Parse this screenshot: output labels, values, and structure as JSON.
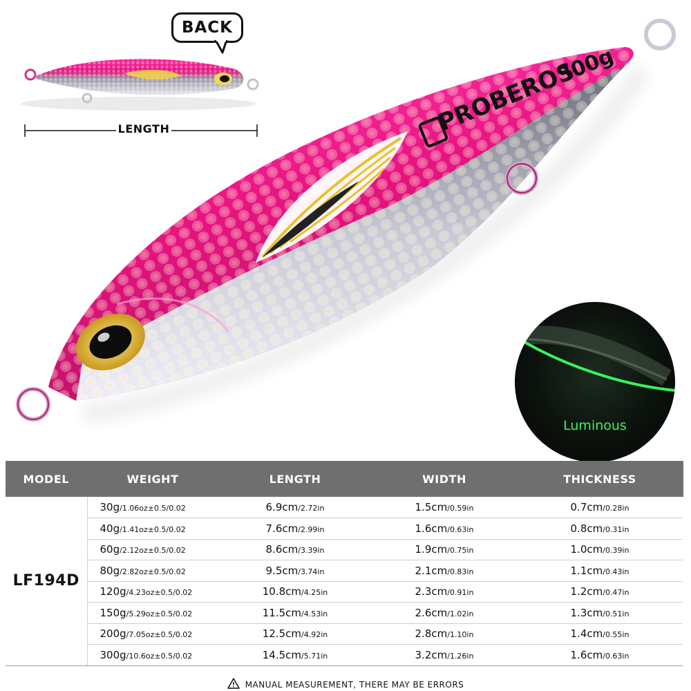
{
  "image": {
    "back_label": "BACK",
    "length_label": "LENGTH",
    "brand_text": "PROBEROS",
    "weight_mark": "300g",
    "luminous_label": "Luminous"
  },
  "table": {
    "headers": [
      "MODEL",
      "WEIGHT",
      "LENGTH",
      "WIDTH",
      "THICKNESS"
    ],
    "model": "LF194D",
    "rows": [
      {
        "weight": "30g",
        "weight_sub": "/1.06oz±0.5/0.02",
        "length": "6.9cm",
        "length_sub": "/2.72in",
        "width": "1.5cm",
        "width_sub": "/0.59in",
        "thickness": "0.7cm",
        "thickness_sub": "/0.28in"
      },
      {
        "weight": "40g",
        "weight_sub": "/1.41oz±0.5/0.02",
        "length": "7.6cm",
        "length_sub": "/2.99in",
        "width": "1.6cm",
        "width_sub": "/0.63in",
        "thickness": "0.8cm",
        "thickness_sub": "/0.31in"
      },
      {
        "weight": "60g",
        "weight_sub": "/2.12oz±0.5/0.02",
        "length": "8.6cm",
        "length_sub": "/3.39in",
        "width": "1.9cm",
        "width_sub": "/0.75in",
        "thickness": "1.0cm",
        "thickness_sub": "/0.39in"
      },
      {
        "weight": "80g",
        "weight_sub": "/2.82oz±0.5/0.02",
        "length": "9.5cm",
        "length_sub": "/3.74in",
        "width": "2.1cm",
        "width_sub": "/0.83in",
        "thickness": "1.1cm",
        "thickness_sub": "/0.43in"
      },
      {
        "weight": "120g",
        "weight_sub": "/4.23oz±0.5/0.02",
        "length": "10.8cm",
        "length_sub": "/4.25in",
        "width": "2.3cm",
        "width_sub": "/0.91in",
        "thickness": "1.2cm",
        "thickness_sub": "/0.47in"
      },
      {
        "weight": "150g",
        "weight_sub": "/5.29oz±0.5/0.02",
        "length": "11.5cm",
        "length_sub": "/4.53in",
        "width": "2.6cm",
        "width_sub": "/1.02in",
        "thickness": "1.3cm",
        "thickness_sub": "/0.51in"
      },
      {
        "weight": "200g",
        "weight_sub": "/7.05oz±0.5/0.02",
        "length": "12.5cm",
        "length_sub": "/4.92in",
        "width": "2.8cm",
        "width_sub": "/1.10in",
        "thickness": "1.4cm",
        "thickness_sub": "/0.55in"
      },
      {
        "weight": "300g",
        "weight_sub": "/10.6oz±0.5/0.02",
        "length": "14.5cm",
        "length_sub": "/5.71in",
        "width": "3.2cm",
        "width_sub": "/1.26in",
        "thickness": "1.6cm",
        "thickness_sub": "/0.63in"
      }
    ]
  },
  "footer": {
    "note": "MANUAL MEASUREMENT, THERE MAY BE ERRORS",
    "icon": "warning-triangle-icon"
  },
  "colors": {
    "lure_pink": "#e8147e",
    "lure_silver": "#c9c9d4",
    "header_gray": "#6f6f6f",
    "glow_green": "#3cf25a"
  }
}
